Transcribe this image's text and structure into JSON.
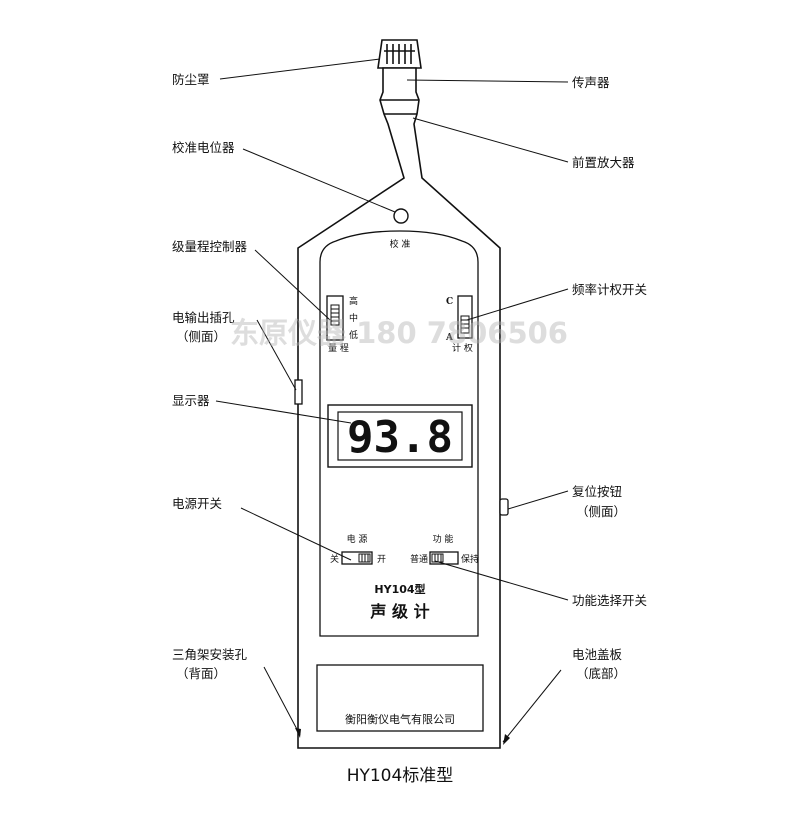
{
  "labels": {
    "dust_cover": "防尘罩",
    "microphone": "传声器",
    "preamplifier": "前置放大器",
    "calibration_pot": "校准电位器",
    "range_control": "级量程控制器",
    "freq_weighting_switch": "频率计权开关",
    "output_jack": "电输出插孔",
    "output_jack_note": "（侧面）",
    "display": "显示器",
    "reset_button": "复位按钮",
    "reset_button_note": "（侧面）",
    "power_switch": "电源开关",
    "function_switch": "功能选择开关",
    "tripod_hole": "三角架安装孔",
    "tripod_hole_note": "（背面）",
    "battery_cover": "电池盖板",
    "battery_cover_note": "（底部）"
  },
  "device": {
    "calibrate_label": "校 准",
    "range_high": "高",
    "range_mid": "中",
    "range_low": "低",
    "range_label": "量 程",
    "weight_c": "C",
    "weight_a": "A",
    "weight_label": "计 权",
    "display_value": "93.8",
    "power_label": "电 源",
    "power_off": "关",
    "power_on": "开",
    "function_label": "功 能",
    "function_normal": "普通",
    "function_hold": "保持",
    "model": "HY104型",
    "name": "声 级 计",
    "manufacturer": "衡阳衡仪电气有限公司"
  },
  "watermark": "东原仪器 180 7806506",
  "caption": "HY104标准型"
}
